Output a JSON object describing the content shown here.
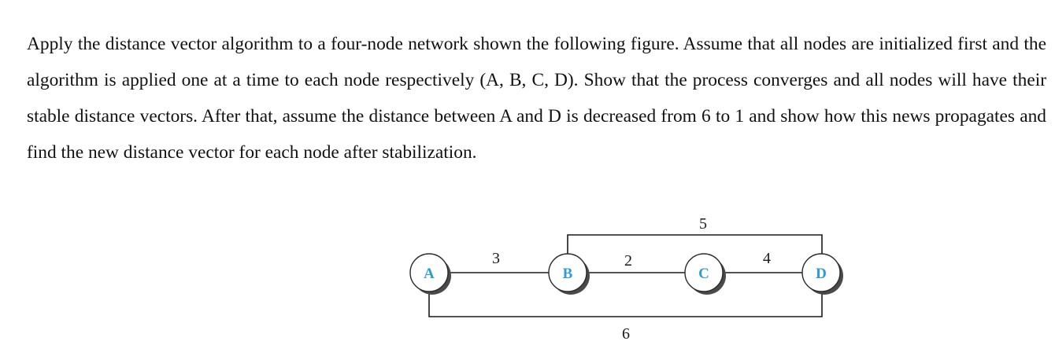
{
  "question": {
    "text": "Apply the distance vector algorithm to a four-node network shown the following figure. Assume that all nodes are initialized first and the algorithm is applied one at a time to each node respectively (A, B, C, D). Show that the process converges and all nodes will have their stable distance vectors. After that, assume the distance between A and D is decreased from 6 to 1 and show how this news propagates and find the new distance vector for each node after stabilization."
  },
  "diagram": {
    "nodes": {
      "a": "A",
      "b": "B",
      "c": "C",
      "d": "D"
    },
    "edges": {
      "a_b": "3",
      "b_c": "2",
      "c_d": "4",
      "b_d": "5",
      "a_d": "6"
    },
    "colors": {
      "node_label": "#2e9bd6",
      "line": "#1a1a1a"
    }
  }
}
